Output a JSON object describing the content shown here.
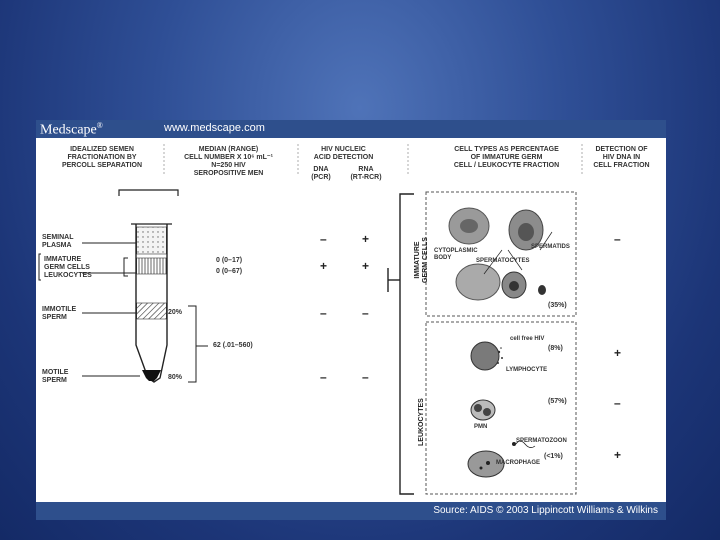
{
  "header": {
    "logo": "Medscape",
    "logo_mark": "®",
    "url": "www.medscape.com"
  },
  "columns": {
    "fractionation": [
      "IDEALIZED SEMEN",
      "FRACTIONATION BY",
      "PERCOLL SEPARATION"
    ],
    "median": [
      "MEDIAN (RANGE)",
      "CELL NUMBER X 10⁶ mL⁻¹",
      "N=250 HIV",
      "SEROPOSITIVE MEN"
    ],
    "nucleic": [
      "HIV NUCLEIC",
      "ACID DETECTION"
    ],
    "dna": [
      "DNA",
      "(PCR)"
    ],
    "rna": [
      "RNA",
      "(RT-RCR)"
    ],
    "celltypes": [
      "CELL TYPES AS PERCENTAGE",
      "OF IMMATURE GERM",
      "CELL / LEUKOCYTE FRACTION"
    ],
    "detection": [
      "DETECTION OF",
      "HIV DNA IN",
      "CELL FRACTION"
    ]
  },
  "fractions": {
    "seminal_plasma": [
      "SEMINAL",
      "PLASMA"
    ],
    "immature": [
      "IMMATURE",
      "GERM CELLS",
      "LEUKOCYTES"
    ],
    "immotile": [
      "IMMOTILE",
      "SPERM"
    ],
    "motile": [
      "MOTILE",
      "SPERM"
    ]
  },
  "percentages": {
    "immotile": "20%",
    "motile": "80%"
  },
  "medians": {
    "germ": "0 (0–17)",
    "leuk": "0 (0–67)",
    "sperm": "62 (.01–560)"
  },
  "signs": {
    "seminal_dna": "–",
    "seminal_rna": "+",
    "immature_dna": "+",
    "immature_rna": "+",
    "immotile_dna": "–",
    "immotile_rna": "–",
    "motile_dna": "–",
    "motile_rna": "–",
    "detect_germ": "–",
    "detect_lymph": "+",
    "detect_pmn": "–",
    "detect_macro": "+"
  },
  "groups": {
    "germ": "IMMATURE GERM CELLS",
    "leuk": "LEUKOCYTES"
  },
  "cells": {
    "cytoplasmic": [
      "CYTOPLASMIC",
      "BODY"
    ],
    "spermatocytes": "SPERMATOCYTES",
    "spermatids": "SPERMATIDS",
    "germ_pct": "(35%)",
    "cellfree": "cell free HIV",
    "lymph_pct": "(8%)",
    "lymphocyte": "LYMPHOCYTE",
    "pmn": "PMN",
    "pmn_pct": "(57%)",
    "spermatozoon": "SPERMATOZOON",
    "macro_pct": "(<1%)",
    "macrophage": "MACROPHAGE"
  },
  "footer": {
    "source": "Source: AIDS © 2003 Lippincott Williams & Wilkins"
  }
}
